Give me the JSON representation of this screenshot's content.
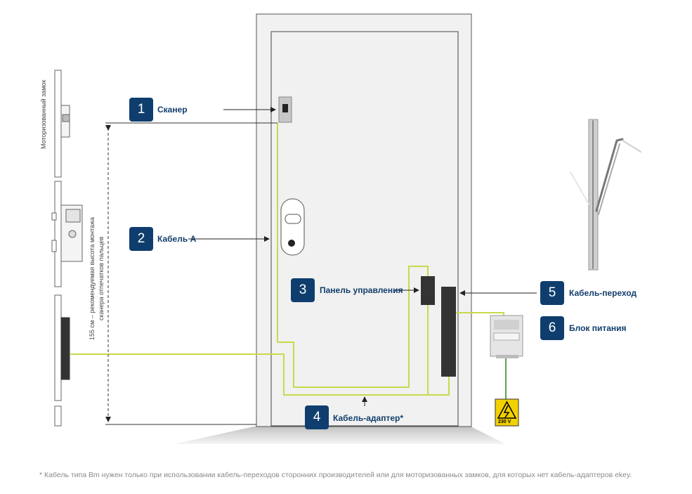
{
  "lock_label": "Моторизованный замок",
  "height_label_line1": "155 см – рекомендуемая высота монтажа",
  "height_label_line2": "сканера отпечатков пальцев",
  "callouts": [
    {
      "number": "1",
      "label": "Сканер"
    },
    {
      "number": "2",
      "label": "Кабель А"
    },
    {
      "number": "3",
      "label": "Панель управления"
    },
    {
      "number": "4",
      "label": "Кабель-адаптер*"
    },
    {
      "number": "5",
      "label": "Кабель-переход"
    },
    {
      "number": "6",
      "label": "Блок питания"
    }
  ],
  "voltage_label": "230 V",
  "footnote": "* Кабель типа Bm нужен только при использовании кабель-переходов сторонних производителей  или для моторизованных замков, для которых нет кабель-адаптеров ekey.",
  "colors": {
    "badge": "#0f3e6e",
    "label": "#123e6c",
    "cable": "#c9d94a",
    "door_fill": "#f1f1f1",
    "device_dark": "#333333",
    "footnote": "#8a8a8a"
  }
}
